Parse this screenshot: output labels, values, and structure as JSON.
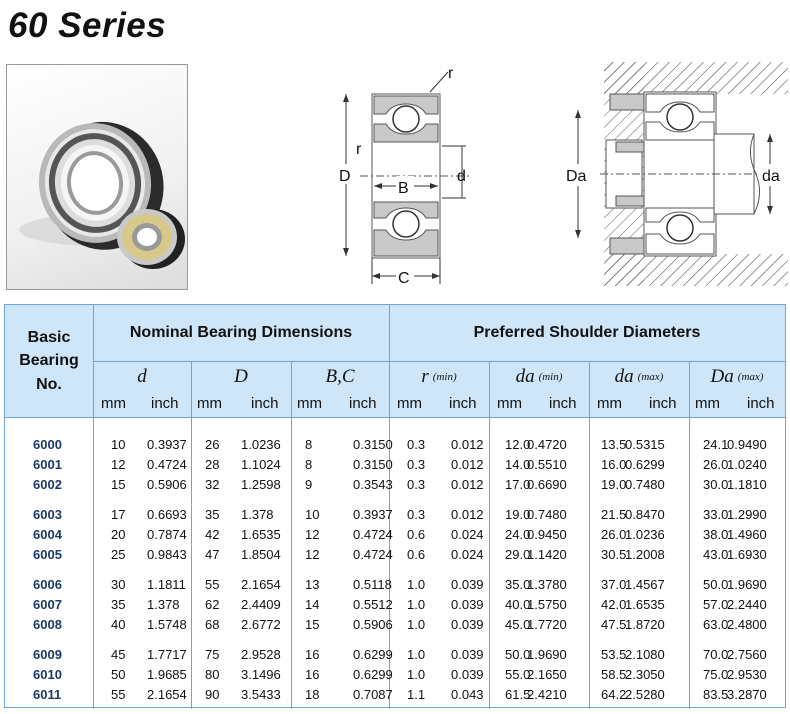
{
  "title": "60 Series",
  "diagram": {
    "left_labels": {
      "r_top": "r",
      "r_side": "r",
      "D": "D",
      "B": "B",
      "d": "d",
      "C": "C"
    },
    "right_labels": {
      "Da": "Da",
      "da": "da"
    }
  },
  "table": {
    "header": {
      "basic": "Basic\nBearing\nNo.",
      "nominal": "Nominal Bearing Dimensions",
      "preferred": "Preferred Shoulder Diameters",
      "symbols": [
        {
          "sym": "d",
          "sub": ""
        },
        {
          "sym": "D",
          "sub": ""
        },
        {
          "sym": "B,C",
          "sub": ""
        },
        {
          "sym": "r",
          "sub": "(min)"
        },
        {
          "sym": "da",
          "sub": "(min)"
        },
        {
          "sym": "da",
          "sub": "(max)"
        },
        {
          "sym": "Da",
          "sub": "(max)"
        }
      ],
      "mm": "mm",
      "inch": "inch"
    },
    "rows": [
      [
        "6000",
        "10",
        "0.3937",
        "26",
        "1.0236",
        "8",
        "0.3150",
        "0.3",
        "0.012",
        "12.0",
        "0.4720",
        "13.5",
        "0.5315",
        "24.1",
        "0.9490"
      ],
      [
        "6001",
        "12",
        "0.4724",
        "28",
        "1.1024",
        "8",
        "0.3150",
        "0.3",
        "0.012",
        "14.0",
        "0.5510",
        "16.0",
        "0.6299",
        "26.0",
        "1.0240"
      ],
      [
        "6002",
        "15",
        "0.5906",
        "32",
        "1.2598",
        "9",
        "0.3543",
        "0.3",
        "0.012",
        "17.0",
        "0.6690",
        "19.0",
        "0.7480",
        "30.0",
        "1.1810"
      ],
      [
        "6003",
        "17",
        "0.6693",
        "35",
        "1.378",
        "10",
        "0.3937",
        "0.3",
        "0.012",
        "19.0",
        "0.7480",
        "21.5",
        "0.8470",
        "33.0",
        "1.2990"
      ],
      [
        "6004",
        "20",
        "0.7874",
        "42",
        "1.6535",
        "12",
        "0.4724",
        "0.6",
        "0.024",
        "24.0",
        "0.9450",
        "26.0",
        "1.0236",
        "38.0",
        "1.4960"
      ],
      [
        "6005",
        "25",
        "0.9843",
        "47",
        "1.8504",
        "12",
        "0.4724",
        "0.6",
        "0.024",
        "29.0",
        "1.1420",
        "30.5",
        "1.2008",
        "43.0",
        "1.6930"
      ],
      [
        "6006",
        "30",
        "1.1811",
        "55",
        "2.1654",
        "13",
        "0.5118",
        "1.0",
        "0.039",
        "35.0",
        "1.3780",
        "37.0",
        "1.4567",
        "50.0",
        "1.9690"
      ],
      [
        "6007",
        "35",
        "1.378",
        "62",
        "2.4409",
        "14",
        "0.5512",
        "1.0",
        "0.039",
        "40.0",
        "1.5750",
        "42.0",
        "1.6535",
        "57.0",
        "2.2440"
      ],
      [
        "6008",
        "40",
        "1.5748",
        "68",
        "2.6772",
        "15",
        "0.5906",
        "1.0",
        "0.039",
        "45.0",
        "1.7720",
        "47.5",
        "1.8720",
        "63.0",
        "2.4800"
      ],
      [
        "6009",
        "45",
        "1.7717",
        "75",
        "2.9528",
        "16",
        "0.6299",
        "1.0",
        "0.039",
        "50.0",
        "1.9690",
        "53.5",
        "2.1080",
        "70.0",
        "2.7560"
      ],
      [
        "6010",
        "50",
        "1.9685",
        "80",
        "3.1496",
        "16",
        "0.6299",
        "1.0",
        "0.039",
        "55.0",
        "2.1650",
        "58.5",
        "2.3050",
        "75.0",
        "2.9530"
      ],
      [
        "6011",
        "55",
        "2.1654",
        "90",
        "3.5433",
        "18",
        "0.7087",
        "1.1",
        "0.043",
        "61.5",
        "2.4210",
        "64.2",
        "2.5280",
        "83.5",
        "3.2870"
      ]
    ]
  }
}
